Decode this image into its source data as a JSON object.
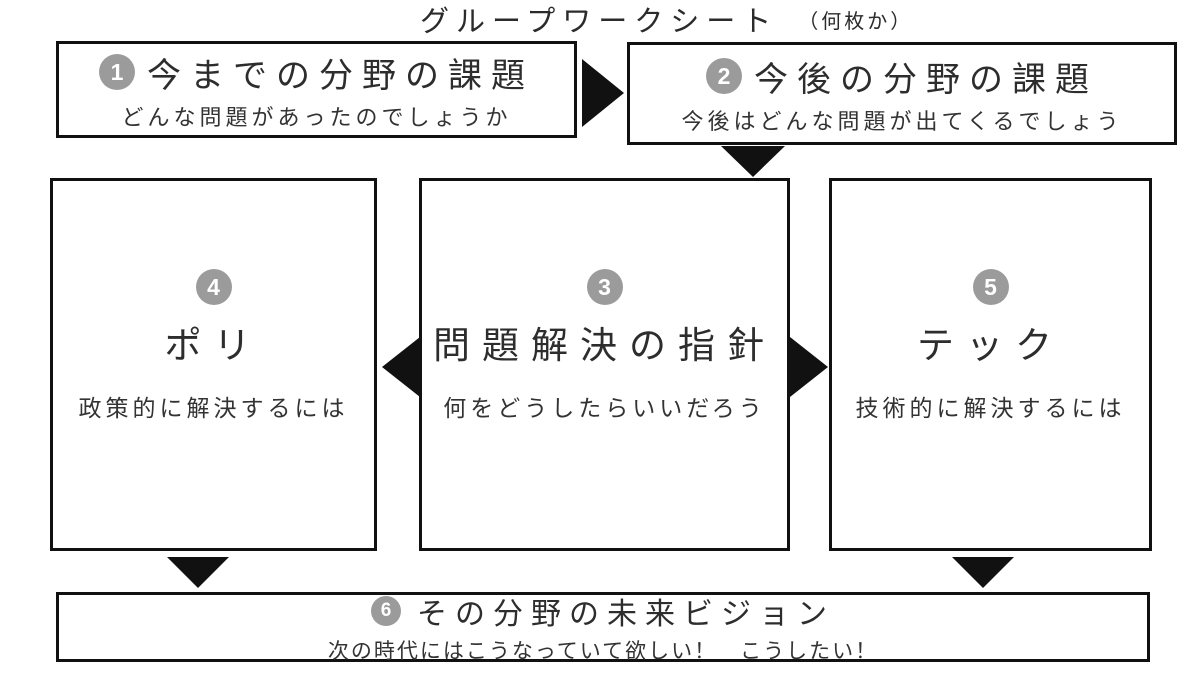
{
  "title": {
    "main": "グループワークシート",
    "note": "（何枚か）"
  },
  "boxes": {
    "box1": {
      "number": "1",
      "title": "今までの分野の課題",
      "subtitle": "どんな問題があったのでしょうか"
    },
    "box2": {
      "number": "2",
      "title": "今後の分野の課題",
      "subtitle": "今後はどんな問題が出てくるでしょう"
    },
    "box3": {
      "number": "3",
      "title": "問題解決の指針",
      "subtitle": "何をどうしたらいいだろう"
    },
    "box4": {
      "number": "4",
      "title": "ポリ",
      "subtitle": "政策的に解決するには"
    },
    "box5": {
      "number": "5",
      "title": "テック",
      "subtitle": "技術的に解決するには"
    },
    "box6": {
      "number": "6",
      "title": "その分野の未来ビジョン",
      "subtitle": "次の時代にはこうなっていて欲しい！　こうしたい！"
    }
  },
  "arrows": [
    "arrow-right-box1-to-box2",
    "arrow-down-box2-to-box3",
    "arrow-left-box3-to-box4",
    "arrow-right-box3-to-box5",
    "arrow-down-box4-to-box6",
    "arrow-down-box5-to-box6"
  ],
  "colors": {
    "background": "#ffffff",
    "border": "#111111",
    "arrow": "#111111",
    "number_circle": "#9b9b9b",
    "number_text": "#ffffff",
    "text": "#2d2d2d"
  }
}
